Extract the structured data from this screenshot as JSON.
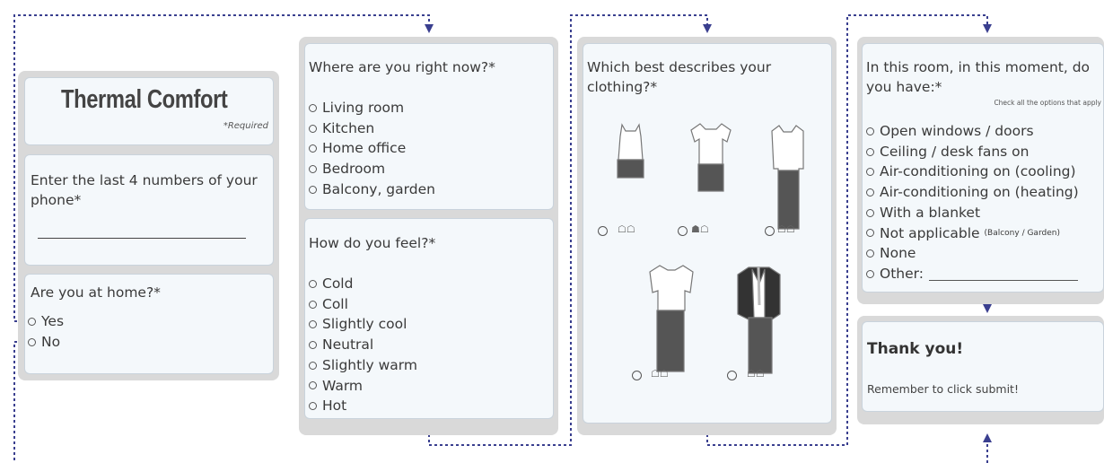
{
  "form_header": {
    "title": "Thermal Comfort",
    "required_note": "*Required"
  },
  "phone": {
    "question": "Enter the last 4 numbers of your phone*"
  },
  "at_home": {
    "question": "Are you at home?*",
    "options": [
      "Yes",
      "No"
    ]
  },
  "location": {
    "question": "Where are you right now?*",
    "options": [
      "Living room",
      "Kitchen",
      "Home office",
      "Bedroom",
      "Balcony, garden"
    ]
  },
  "feeling": {
    "question": "How do you feel?*",
    "options": [
      "Cold",
      "Coll",
      "Slightly cool",
      "Neutral",
      "Slightly warm",
      "Warm",
      "Hot"
    ]
  },
  "clothing": {
    "question": "Which best describes your clothing?*",
    "outfits": [
      "tank-top-shorts-sandals",
      "t-shirt-shorts-sneakers",
      "long-sleeve-trousers-shoes",
      "shirt-trousers-shoes",
      "jacket-scarf-trousers"
    ]
  },
  "room": {
    "question": "In this room, in this moment, do you have:*",
    "hint": "Check all the options that apply",
    "options": [
      "Open windows / doors",
      "Ceiling / desk fans on",
      "Air-conditioning on (cooling)",
      "Air-conditioning on (heating)",
      "With a blanket",
      "Not applicable",
      "None",
      "Other:"
    ],
    "not_applicable_note": "(Balcony / Garden)"
  },
  "thanks": {
    "title": "Thank you!",
    "message": "Remember to click submit!"
  },
  "colors": {
    "arrow": "#3a3f8f",
    "panel": "#d9d9d9",
    "card": "#f4f8fb"
  }
}
